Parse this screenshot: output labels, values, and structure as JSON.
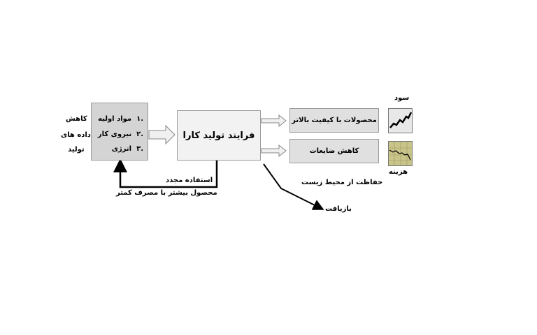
{
  "left_label": [
    "کاهش",
    "داده های",
    "تولید"
  ],
  "inputs": [
    {
      "num": ".۱",
      "label": "مواد اولیه"
    },
    {
      "num": ".۲",
      "label": "نیروی کار"
    },
    {
      "num": ".۳",
      "label": "انرژی"
    }
  ],
  "process": "فرایند تولید کارا",
  "outputs": [
    "محصولات با کیفیت بالاتر",
    "کاهش ضایعات"
  ],
  "profit": "سود",
  "cost": "هزینه",
  "reuse": "استفاده مجدد",
  "more_product": "محصول بیشتر با مصرف کمتر",
  "environment": "حفاظت از محیط زیست",
  "recycle": "بازیافت"
}
